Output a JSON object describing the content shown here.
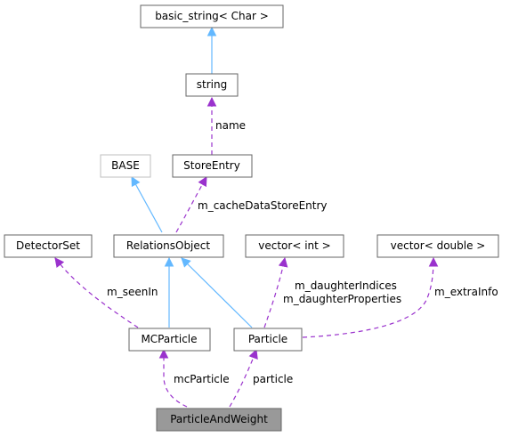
{
  "colors": {
    "inheritance": "#63b8ff",
    "usage": "#9a32cd",
    "node_border": "#666666",
    "faded_border": "#bfbfbf",
    "focus_fill": "#999999"
  },
  "nodes": {
    "basic_string": "basic_string< Char >",
    "string": "string",
    "base": "BASE",
    "store_entry": "StoreEntry",
    "detector_set": "DetectorSet",
    "relations_object": "RelationsObject",
    "vector_int": "vector< int >",
    "vector_double": "vector< double >",
    "mc_particle": "MCParticle",
    "particle": "Particle",
    "particle_and_weight": "ParticleAndWeight"
  },
  "edge_labels": {
    "name": "name",
    "m_cacheDataStoreEntry": "m_cacheDataStoreEntry",
    "m_seenIn": "m_seenIn",
    "m_daughterIndices": "m_daughterIndices",
    "m_daughterProperties": "m_daughterProperties",
    "m_extraInfo": "m_extraInfo",
    "mcParticle": "mcParticle",
    "particle": "particle"
  }
}
